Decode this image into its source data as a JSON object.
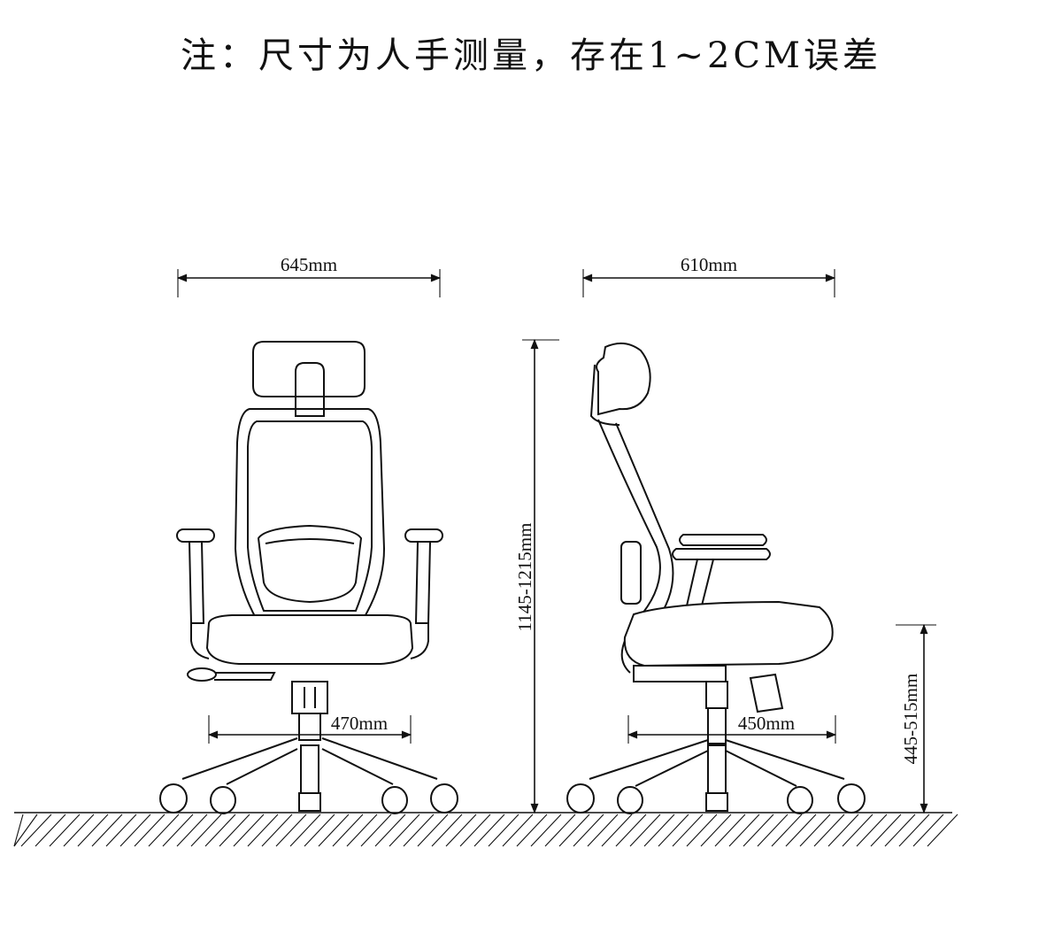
{
  "note": "注：尺寸为人手测量，存在1~2CM误差",
  "dimensions": {
    "front_width": "645mm",
    "side_depth": "610mm",
    "total_height": "1145-1215mm",
    "base_front": "470mm",
    "base_side": "450mm",
    "seat_height": "445-515mm"
  }
}
